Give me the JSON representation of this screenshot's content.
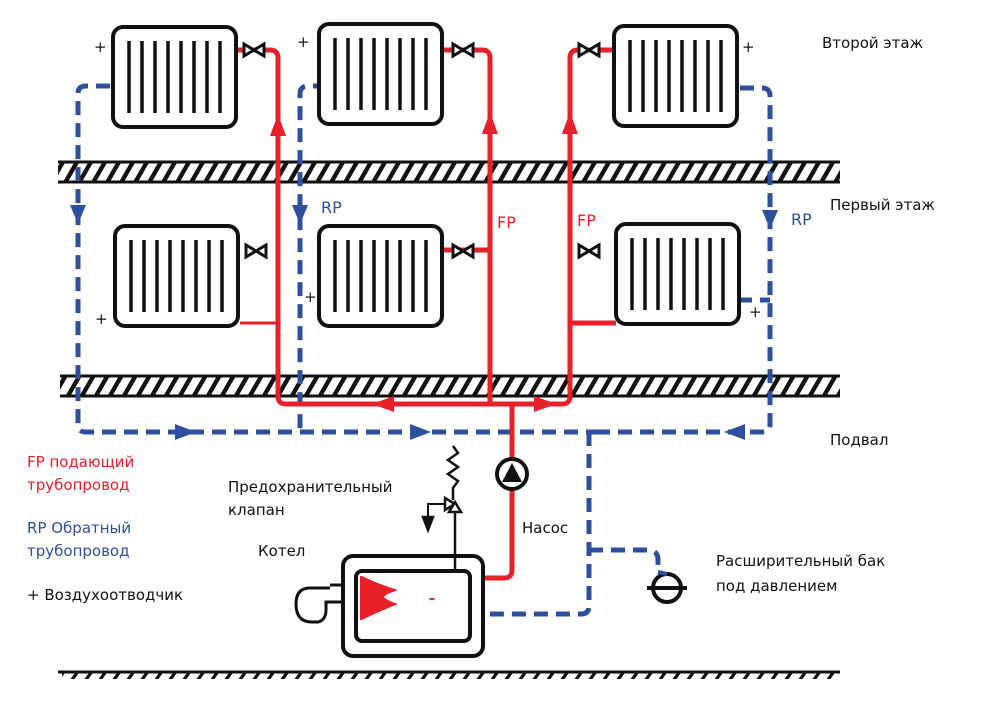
{
  "colors": {
    "supply": "#e8202a",
    "return": "#2e4f9e",
    "outline": "#111111"
  },
  "floors": {
    "second": "Второй  этаж",
    "first": "Первый  этаж",
    "basement": "Подвал"
  },
  "pipe_labels": {
    "rp": "RP",
    "fp": "FP"
  },
  "air_vent_symbol": "+",
  "legend": {
    "supply_line1": "FP подающий",
    "supply_line2": "трубопровод",
    "return_line1": "RP Обратный",
    "return_line2": "трубопровод",
    "air_vent": "+ Воздухоотводчик"
  },
  "components": {
    "safety_valve_line1": "Предохранительный",
    "safety_valve_line2": "клапан",
    "boiler": "Котел",
    "pump": "Насос",
    "expansion_tank_line1": "Расширительный бак",
    "expansion_tank_line2": "под давлением"
  },
  "icons": {
    "radiator": "radiator-icon",
    "valve": "valve-icon",
    "pump": "pump-icon",
    "safety_valve": "safety-valve-icon",
    "expansion_tank": "expansion-tank-icon",
    "boiler": "boiler-icon",
    "burner": "burner-icon",
    "flame": "flame-icon"
  }
}
